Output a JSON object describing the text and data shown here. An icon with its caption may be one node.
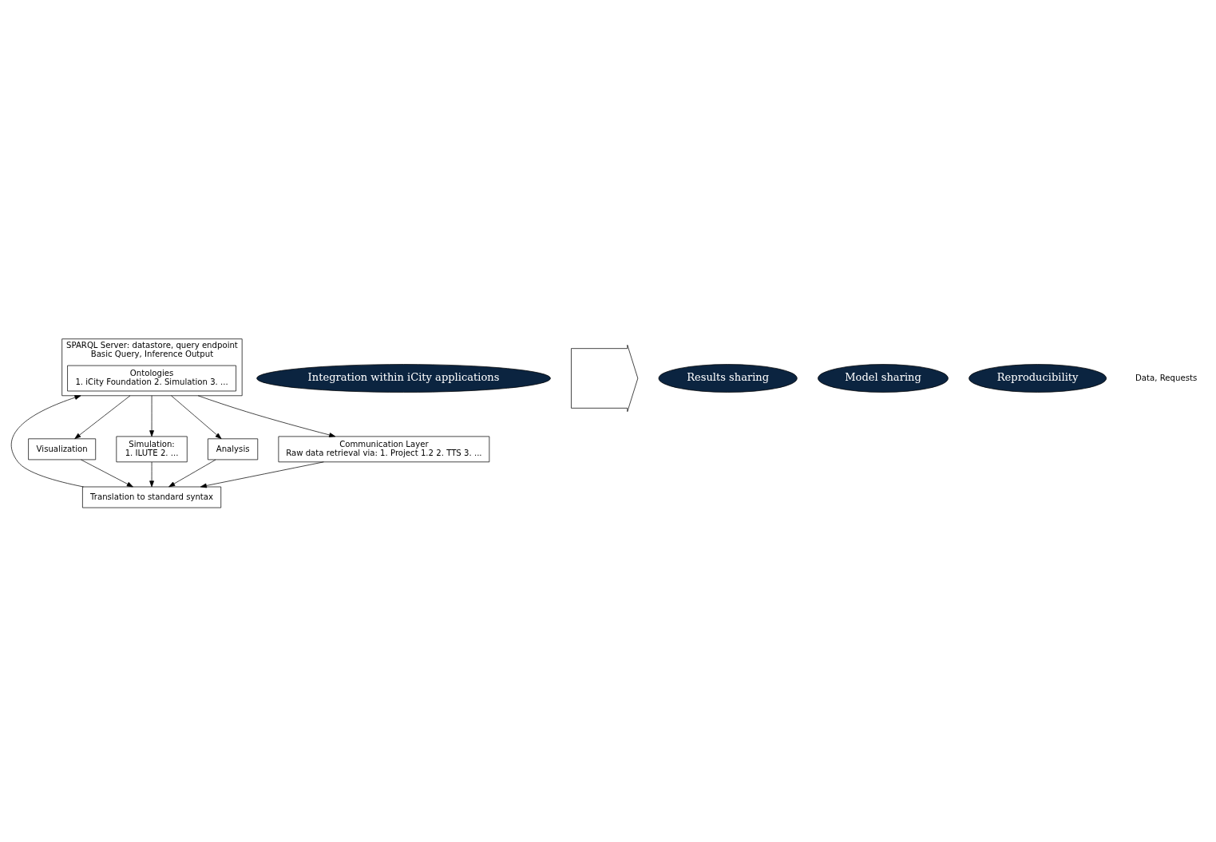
{
  "diagram": {
    "nodes": [
      {
        "text": [
          "Visualization"
        ]
      },
      {
        "text": [
          "Simulation:",
          "1. ILUTE 2. ..."
        ]
      },
      {
        "text": [
          "Analysis"
        ]
      },
      {
        "text": [
          "Integration within iCity applications"
        ]
      },
      {
        "text": [
          "Translation to standard syntax"
        ]
      },
      {
        "text": [
          "SPARQL Server: datastore, query endpoint",
          "Basic Query, Inference Output"
        ]
      },
      {
        "text": [
          "Ontologies",
          "1. iCity Foundation 2. Simulation 3. ..."
        ],
        "in": 5
      },
      {
        "text": [
          "Communication Layer",
          "Raw data retrieval via: 1. Project 1.2 2. TTS 3. ..."
        ]
      },
      {
        "text": [],
        "shape": "arrow"
      },
      {
        "text": [
          "Results sharing"
        ]
      },
      {
        "text": [
          "Model sharing"
        ]
      },
      {
        "text": [
          "Reproducibility"
        ]
      }
    ],
    "edges": [
      {
        "from": 0,
        "to": 4,
        "arrow": "to"
      },
      {
        "from": 2,
        "to": 4,
        "arrow": "to"
      },
      {
        "from": 1,
        "to": 4,
        "arrow": "to"
      },
      {
        "from": 7,
        "to": 4,
        "arrow": "to"
      },
      {
        "from": 4,
        "to": 5,
        "arrow": "to"
      },
      {
        "from": 5,
        "to": 2,
        "arrow": "to"
      },
      {
        "from": 5,
        "to": 1,
        "arrow": "to"
      },
      {
        "from": 5,
        "to": 0,
        "arrow": "to"
      },
      {
        "from": 5,
        "to": 7,
        "arrow": "to"
      }
    ],
    "labels": [
      "Data, Requests"
    ]
  }
}
